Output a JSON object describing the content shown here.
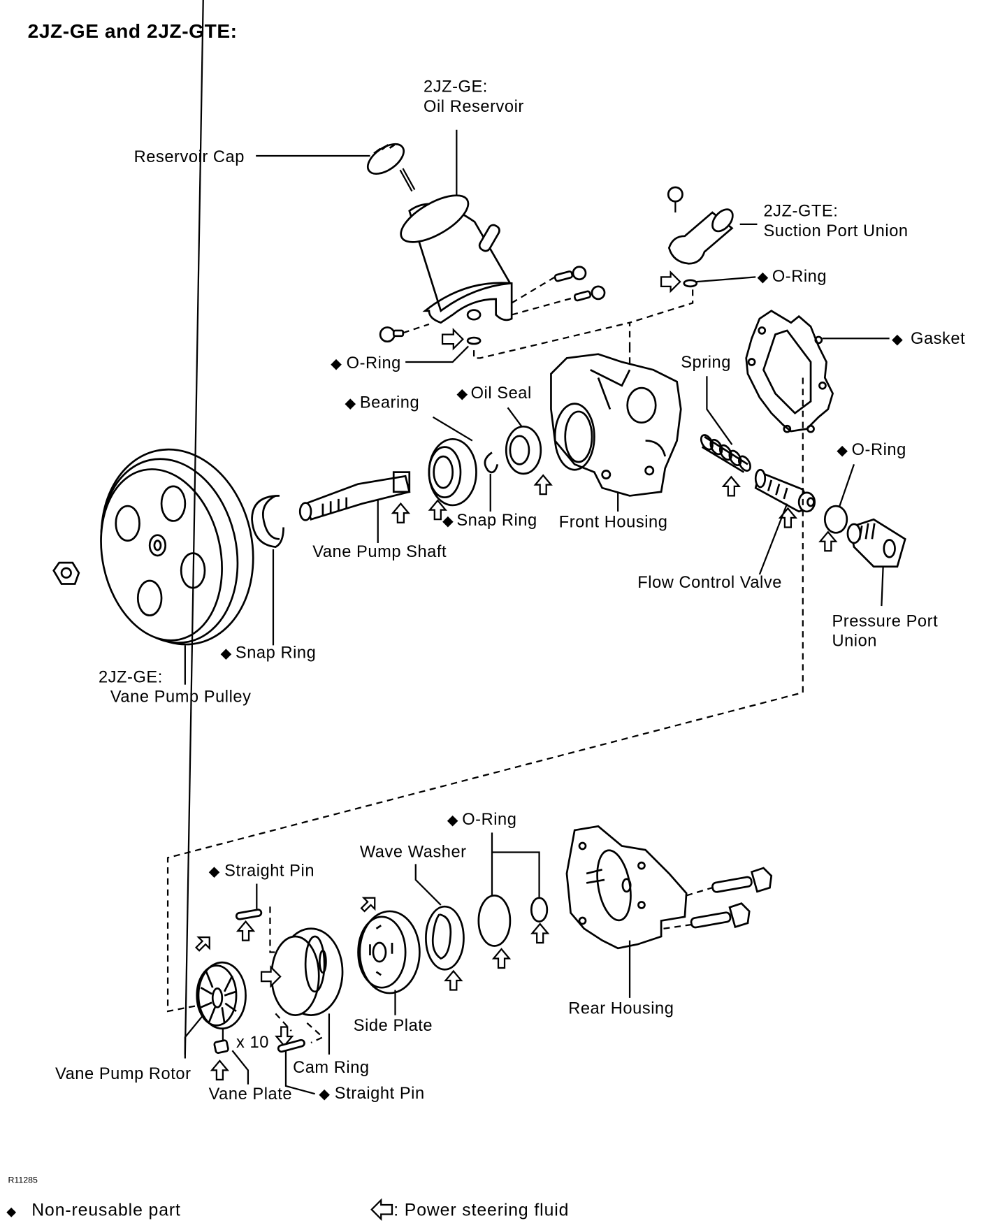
{
  "title": "2JZ-GE and 2JZ-GTE:",
  "figure_id": "R11285",
  "labels": {
    "oil_reservoir_line1": "2JZ-GE:",
    "oil_reservoir_line2": "Oil Reservoir",
    "reservoir_cap": "Reservoir Cap",
    "suction_port_line1": "2JZ-GTE:",
    "suction_port_line2": "Suction Port Union",
    "oring_suction": "O-Ring",
    "gasket": "Gasket",
    "oring_reservoir": "O-Ring",
    "spring": "Spring",
    "bearing": "Bearing",
    "oil_seal": "Oil Seal",
    "oring_pressure": "O-Ring",
    "snap_ring_inner": "Snap Ring",
    "front_housing": "Front Housing",
    "vane_pump_shaft": "Vane Pump Shaft",
    "flow_control_valve": "Flow Control Valve",
    "pressure_port_line1": "Pressure Port",
    "pressure_port_line2": "Union",
    "snap_ring_outer": "Snap Ring",
    "pulley_line1": "2JZ-GE:",
    "pulley_line2": "Vane Pump Pulley",
    "oring_rear": "O-Ring",
    "wave_washer": "Wave Washer",
    "straight_pin_top": "Straight Pin",
    "rear_housing": "Rear Housing",
    "side_plate": "Side Plate",
    "x10": "x 10",
    "cam_ring": "Cam Ring",
    "vane_pump_rotor": "Vane Pump Rotor",
    "vane_plate": "Vane Plate",
    "straight_pin_bottom": "Straight Pin"
  },
  "non_reusable_marker": "◆",
  "legend": {
    "non_reusable": "Non-reusable part",
    "fluid": ": Power steering fluid"
  }
}
